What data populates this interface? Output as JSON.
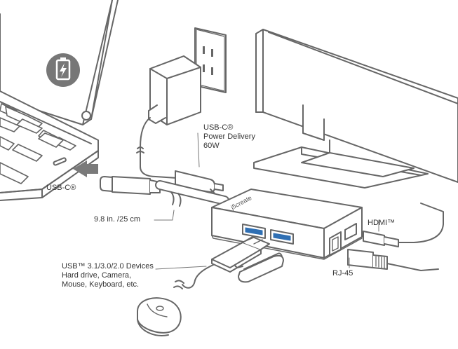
{
  "labels": {
    "power": {
      "line1": "USB-C®",
      "line2": "Power Delivery",
      "line3": "60W"
    },
    "usb_c": "USB-C®",
    "cable_length": "9.8 in. /25 cm",
    "hdmi": "HDMI™",
    "rj45": "RJ-45",
    "devices": {
      "line1": "USB™ 3.1/3.0/2.0 Devices",
      "line2": "Hard drive, Camera,",
      "line3": "Mouse, Keyboard, etc."
    }
  },
  "brand_mark": "j5create",
  "colors": {
    "line": "#666666",
    "fill": "#ffffff",
    "accent_blue": "#2f6fb3",
    "battery_icon": "#777777",
    "arrow": "#7a7a7a"
  },
  "icons": [
    "battery-charging-icon",
    "insert-arrow-icon"
  ]
}
